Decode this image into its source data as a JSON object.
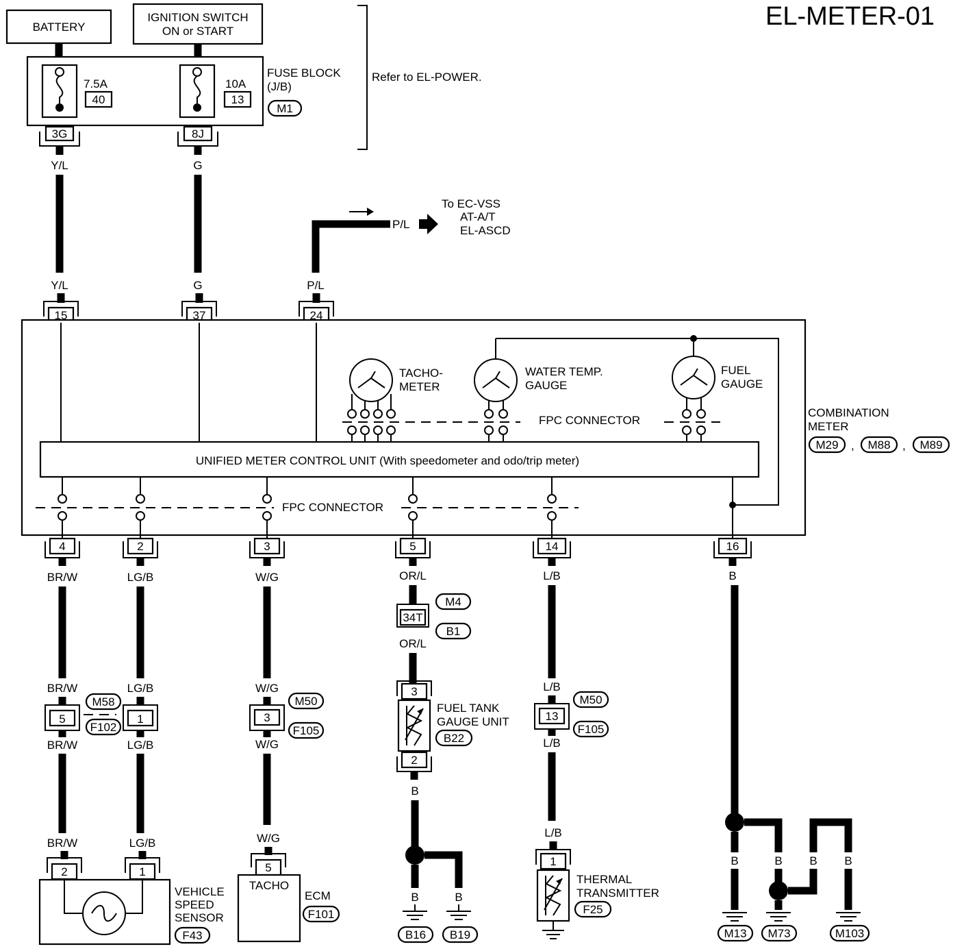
{
  "title": "EL-METER-01",
  "battery": "BATTERY",
  "ignition": [
    "IGNITION SWITCH",
    "ON or START"
  ],
  "fuse_block": {
    "label": [
      "FUSE BLOCK",
      "(J/B)"
    ],
    "connector": "M1",
    "refer": "Refer to EL-POWER.",
    "fuses": [
      {
        "amp": "7.5A",
        "num": "40",
        "term": "3G",
        "wire": "Y/L"
      },
      {
        "amp": "10A",
        "num": "13",
        "term": "8J",
        "wire": "G"
      }
    ]
  },
  "branch": {
    "wire": "P/L",
    "dest": [
      "To EC-VSS",
      "AT-A/T",
      "EL-ASCD"
    ]
  },
  "meter_inputs": [
    {
      "wire": "Y/L",
      "pin": "15"
    },
    {
      "wire": "G",
      "pin": "37"
    },
    {
      "wire": "P/L",
      "pin": "24"
    }
  ],
  "gauges": [
    {
      "name": [
        "TACHO-",
        "METER"
      ]
    },
    {
      "name": [
        "WATER TEMP.",
        "GAUGE"
      ]
    },
    {
      "name": [
        "FUEL",
        "GAUGE"
      ]
    }
  ],
  "fpc_connector": "FPC CONNECTOR",
  "control_unit": "UNIFIED METER CONTROL UNIT (With speedometer and odo/trip meter)",
  "combination_meter": {
    "label": [
      "COMBINATION",
      "METER"
    ],
    "connectors": [
      "M29",
      "M88",
      "M89"
    ]
  },
  "outputs": [
    {
      "pin": "4",
      "wire": "BR/W"
    },
    {
      "pin": "2",
      "wire": "LG/B"
    },
    {
      "pin": "3",
      "wire": "W/G"
    },
    {
      "pin": "5",
      "wire": "OR/L"
    },
    {
      "pin": "14",
      "wire": "L/B"
    },
    {
      "pin": "16",
      "wire": "B"
    }
  ],
  "junctions": {
    "m58_f102": {
      "top": "M58",
      "bottom": "F102",
      "pins": [
        "5",
        "1"
      ],
      "wires_in": [
        "BR/W",
        "LG/B"
      ],
      "wires_out": [
        "BR/W",
        "LG/B"
      ]
    },
    "m50_f105_a": {
      "top": "M50",
      "bottom": "F105",
      "pin": "3",
      "wire_in": "W/G",
      "wire_out": "W/G"
    },
    "m4_b1": {
      "top": "M4",
      "bottom": "B1",
      "pin": "34T",
      "wire_out": "OR/L"
    },
    "m50_f105_b": {
      "top": "M50",
      "bottom": "F105",
      "pin": "13",
      "wire_in": "L/B",
      "wire_out": "L/B"
    }
  },
  "vss": {
    "label": [
      "VEHICLE",
      "SPEED",
      "SENSOR"
    ],
    "connector": "F43",
    "pins": [
      "2",
      "1"
    ],
    "wires": [
      "BR/W",
      "LG/B"
    ]
  },
  "ecm": {
    "label": "ECM",
    "connector": "F101",
    "pin": "5",
    "terminal": "TACHO",
    "wire": "W/G"
  },
  "fuel_tank": {
    "label": [
      "FUEL TANK",
      "GAUGE UNIT"
    ],
    "connector": "B22",
    "pins": [
      "3",
      "2"
    ],
    "wire_out": "B"
  },
  "thermal": {
    "label": [
      "THERMAL",
      "TRANSMITTER"
    ],
    "connector": "F25",
    "pin": "1",
    "wire": "L/B"
  },
  "grounds": {
    "fuel": [
      {
        "wire": "B",
        "conn": "B16"
      },
      {
        "wire": "B",
        "conn": "B19"
      }
    ],
    "meter": [
      {
        "wire": "B",
        "conn": "M13"
      },
      {
        "wire": "B",
        "conn": "M73"
      },
      {
        "wire": "B",
        "conn": "M103"
      }
    ]
  }
}
